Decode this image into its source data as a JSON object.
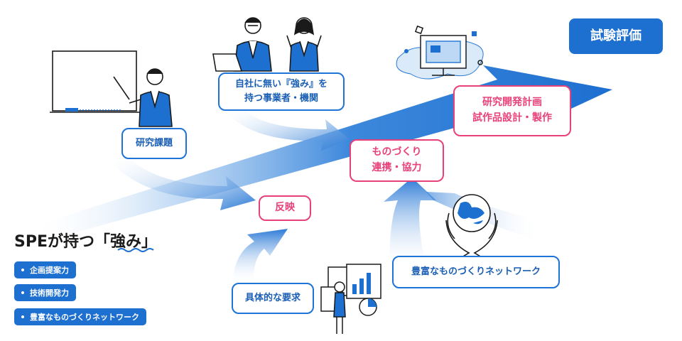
{
  "boxes": {
    "research_theme": "研究課題",
    "partners": "自社に無い『強み』を\n持つ事業者・機関",
    "reflect": "反映",
    "monozukuri": "ものづくり\n連携・協力",
    "plan": "研究開発計画\n試作品設計・製作",
    "final": "試験評価",
    "network": "豊富なものづくりネットワーク",
    "requirements": "具体的な要求"
  },
  "strengths": {
    "title_prefix": "SPEが持つ「",
    "title_emphasis": "強み",
    "title_suffix": "」",
    "items": [
      "企画提案力",
      "技術開発力",
      "豊富なものづくりネットワーク"
    ]
  },
  "colors": {
    "primary_blue": "#1d6fd0",
    "accent_pink": "#e8417a",
    "light_blue": "#cfe2f8"
  },
  "icons": [
    "teacher-at-whiteboard-icon",
    "business-people-icon",
    "computer-splash-icon",
    "globe-in-hands-icon",
    "person-with-charts-icon"
  ]
}
